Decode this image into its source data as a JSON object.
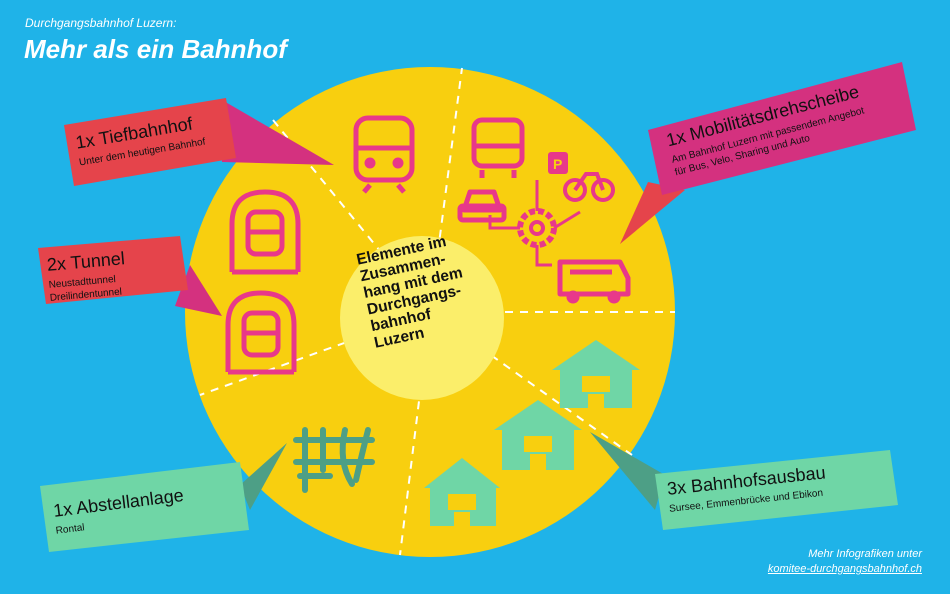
{
  "header": {
    "kicker": "Durchgangsbahnhof Luzern:",
    "title": "Mehr als ein Bahnhof"
  },
  "center": {
    "lines": [
      "Elemente im",
      "Zusammen-",
      "hang mit dem",
      "Durchgangs-",
      "bahnhof",
      "Luzern"
    ]
  },
  "labels": {
    "tiefbahnhof": {
      "heading": "1x Tiefbahnhof",
      "sub": "Unter dem heutigen Bahnhof"
    },
    "tunnel": {
      "heading": "2x Tunnel",
      "sub": [
        "Neustadttunnel",
        "Dreilindentunnel"
      ]
    },
    "abstellanlage": {
      "heading": "1x Abstellanlage",
      "sub": "Rontal"
    },
    "mobilitaet": {
      "heading": "1x Mobilitätsdrehscheibe",
      "sub": [
        "Am Bahnhof Luzern mit passendem Angebot",
        "für Bus, Velo, Sharing und Auto"
      ]
    },
    "bahnhofsausbau": {
      "heading": "3x Bahnhofsausbau",
      "sub": "Sursee, Emmenbrücke und Ebikon"
    }
  },
  "footer": {
    "line1": "Mehr Infografiken unter",
    "link": "komitee-durchgangsbahnhof.ch"
  },
  "colors": {
    "background": "#1fb3e8",
    "circle": "#f8cf0f",
    "center": "#fbee6a",
    "magenta": "#d4317f",
    "red": "#e5444b",
    "green": "#6fd6a6",
    "teal": "#4d9f86"
  }
}
